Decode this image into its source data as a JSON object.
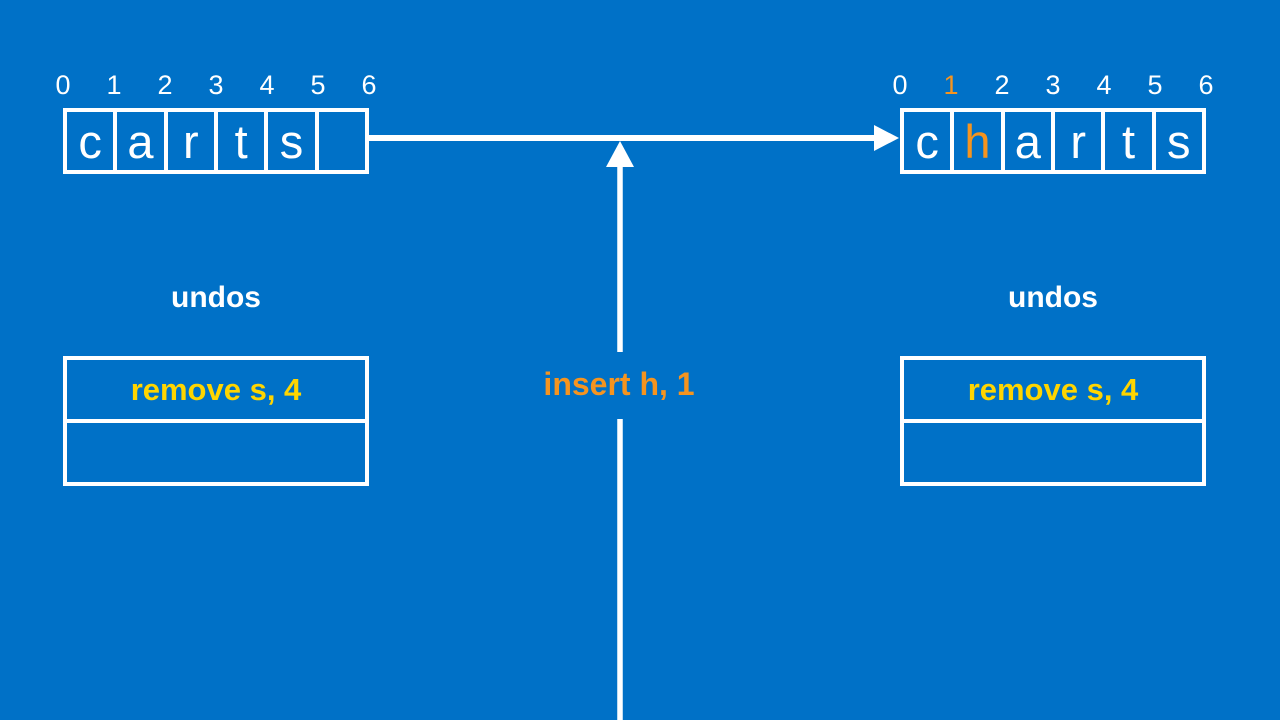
{
  "colors": {
    "bg": "#0071C7",
    "fg": "#FFFFFF",
    "orange": "#F5941F",
    "yellow": "#FFD500"
  },
  "left_array": {
    "indices": [
      "0",
      "1",
      "2",
      "3",
      "4",
      "5",
      "6"
    ],
    "cells": [
      "c",
      "a",
      "r",
      "t",
      "s",
      ""
    ]
  },
  "right_array": {
    "indices": [
      "0",
      "1",
      "2",
      "3",
      "4",
      "5",
      "6"
    ],
    "cells": [
      "c",
      "h",
      "a",
      "r",
      "t",
      "s"
    ],
    "highlighted_index": "1",
    "highlighted_cell": "h"
  },
  "left_stack": {
    "label": "undos",
    "rows": [
      "remove s, 4",
      ""
    ]
  },
  "right_stack": {
    "label": "undos",
    "rows": [
      "remove s, 4",
      ""
    ]
  },
  "operation": {
    "label": "insert h, 1"
  }
}
